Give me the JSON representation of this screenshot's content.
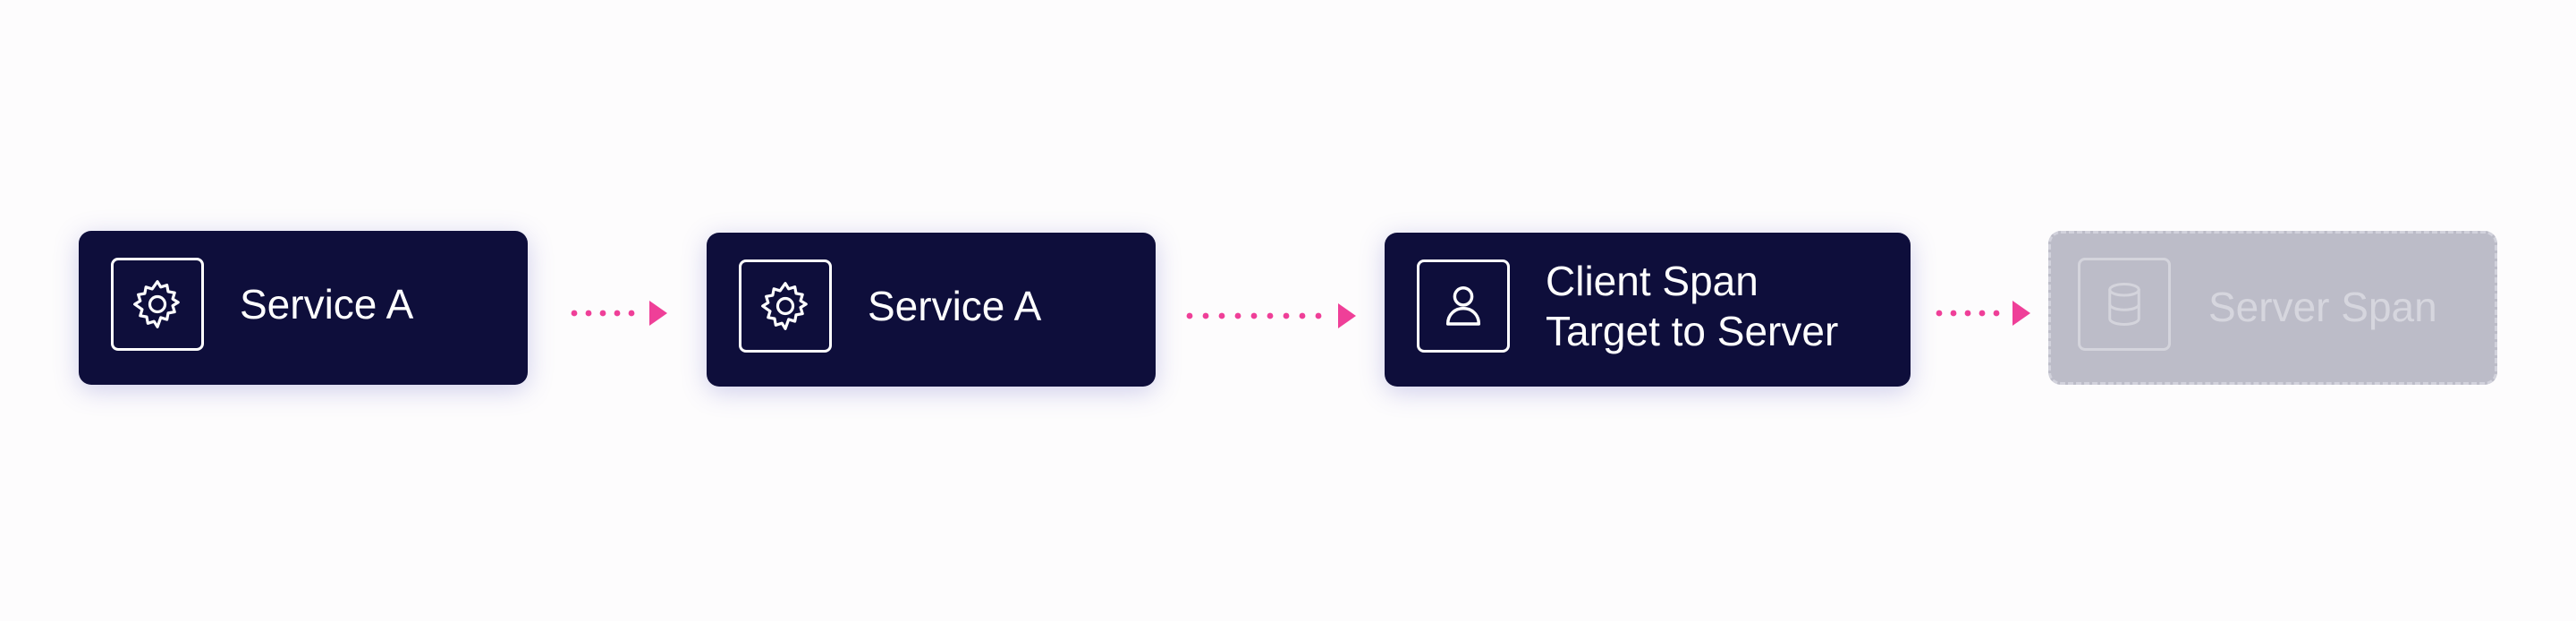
{
  "nodes": [
    {
      "id": "n1",
      "label": "Service A",
      "icon": "gear-icon",
      "state": "active"
    },
    {
      "id": "n2",
      "label": "Service A",
      "icon": "gear-icon",
      "state": "active"
    },
    {
      "id": "n3",
      "label_lines": [
        "Client Span",
        "Target to Server"
      ],
      "icon": "user-icon",
      "state": "active"
    },
    {
      "id": "n4",
      "label": "Server Span",
      "icon": "database-icon",
      "state": "pending"
    }
  ],
  "edges": [
    {
      "from": "n1",
      "to": "n2",
      "style": "dotted-arrow"
    },
    {
      "from": "n2",
      "to": "n3",
      "style": "dotted-arrow"
    },
    {
      "from": "n3",
      "to": "n4",
      "style": "dotted-arrow"
    }
  ],
  "colors": {
    "node_fill": "#0e0e3b",
    "node_pending_fill": "#bcbcc8",
    "arrow": "#ef3f98",
    "text": "#ffffff"
  }
}
